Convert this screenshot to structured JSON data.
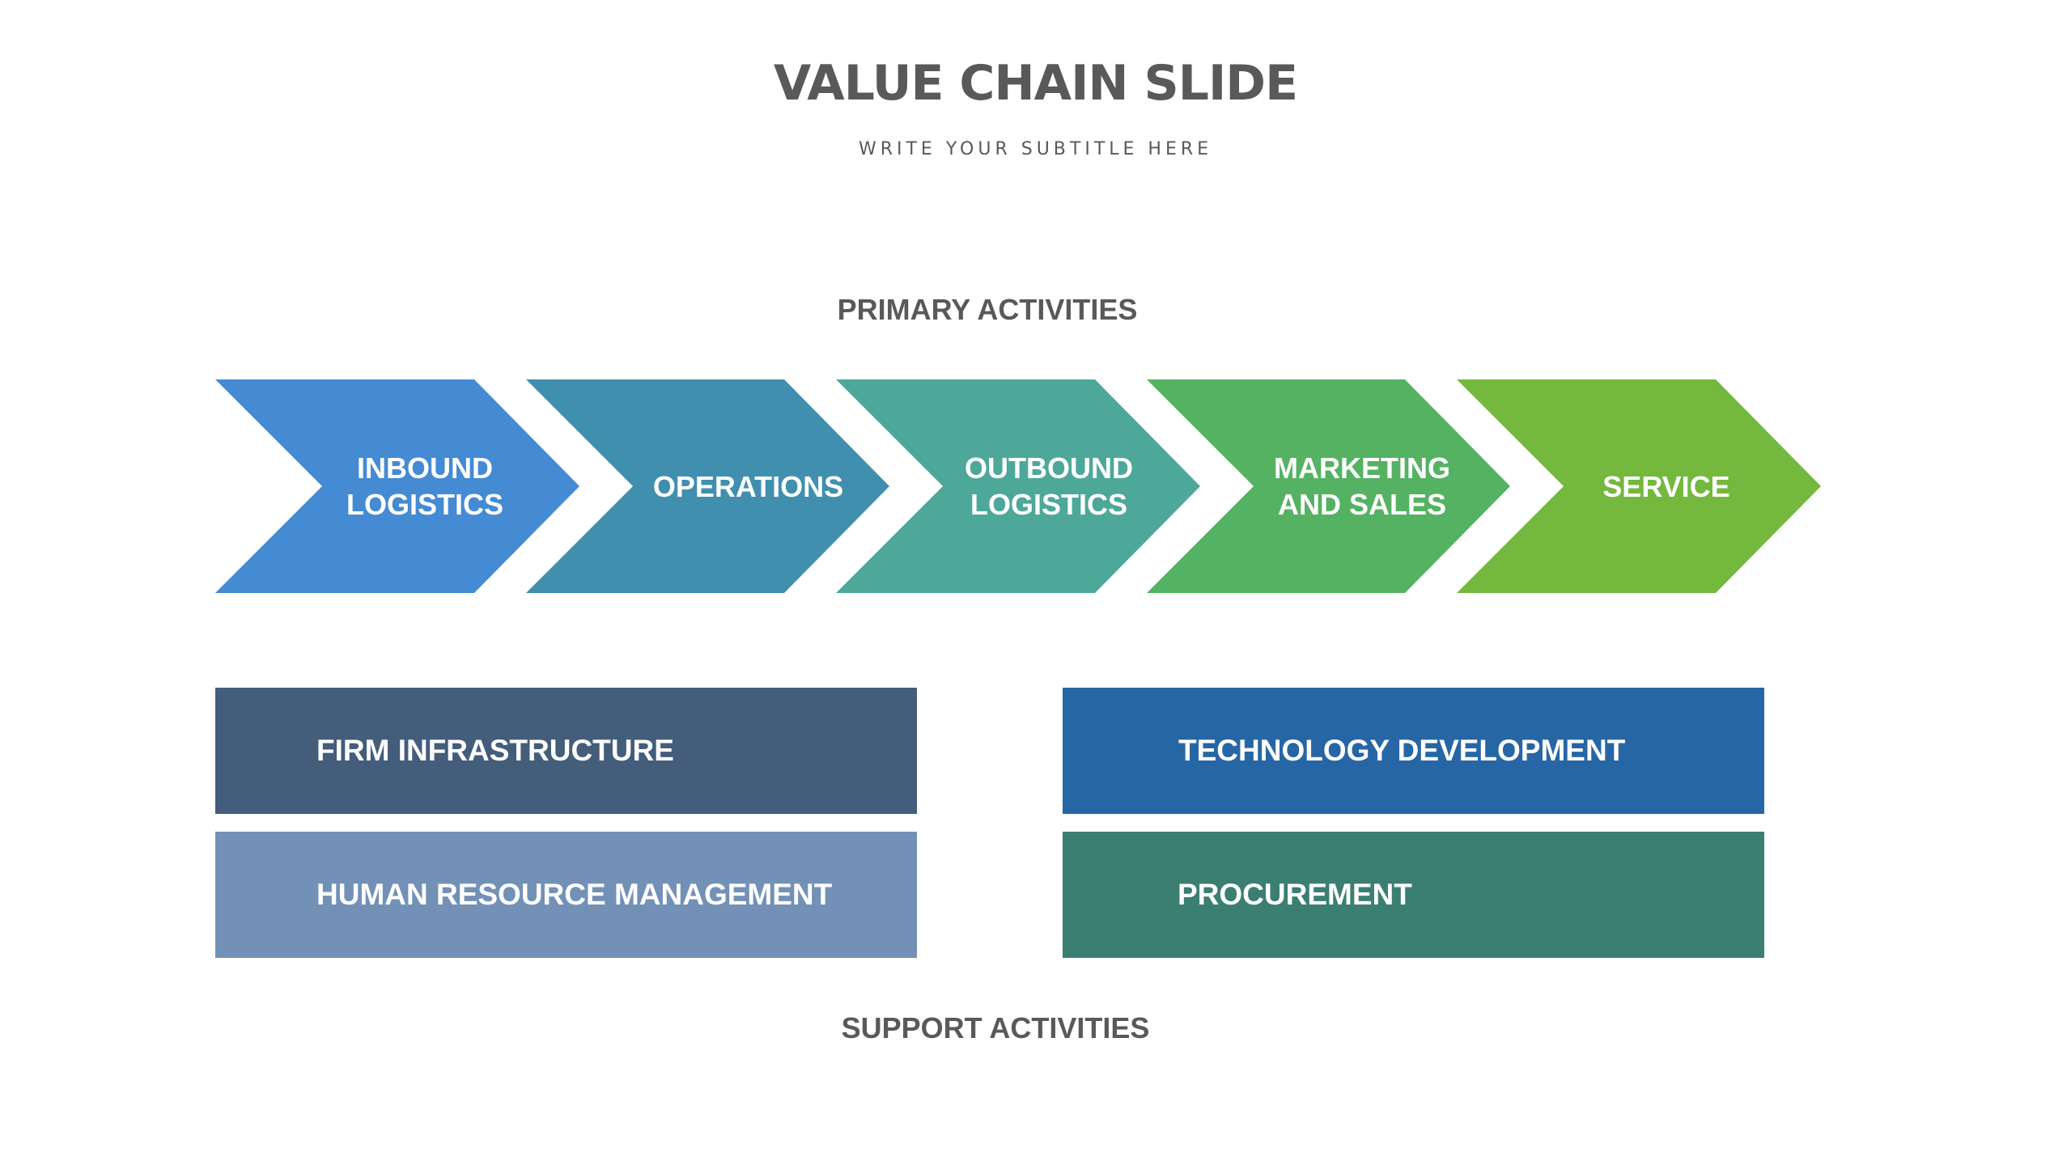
{
  "slide": {
    "title": "VALUE CHAIN SLIDE",
    "subtitle": "WRITE YOUR SUBTITLE HERE"
  },
  "primary": {
    "label": "PRIMARY ACTIVITIES",
    "items": [
      {
        "label": "INBOUND\nLOGISTICS",
        "color": "#448BD3"
      },
      {
        "label": "OPERATIONS",
        "color": "#418FAF"
      },
      {
        "label": "OUTBOUND\nLOGISTICS",
        "color": "#4EA89A"
      },
      {
        "label": "MARKETING\nAND SALES",
        "color": "#55B263"
      },
      {
        "label": "SERVICE",
        "color": "#74B83E"
      }
    ]
  },
  "support": {
    "label": "SUPPORT ACTIVITIES",
    "items": [
      {
        "label": "FIRM INFRASTRUCTURE",
        "color": "#435D7B"
      },
      {
        "label": "TECHNOLOGY DEVELOPMENT",
        "color": "#2766A5"
      },
      {
        "label": "HUMAN RESOURCE MANAGEMENT",
        "color": "#7391B7"
      },
      {
        "label": "PROCUREMENT",
        "color": "#3A7F72"
      }
    ]
  }
}
